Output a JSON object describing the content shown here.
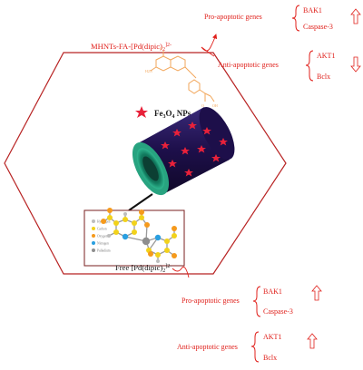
{
  "labels": {
    "mhnts": "MHNTs-FA-[Pd(dipic)",
    "mhnts_sub": "2",
    "mhnts_sup": "]2-",
    "fe3o4": "Fe3O4 NPs",
    "free_pd": "Free [Pd(dipic)",
    "free_pd_sub": "2",
    "free_pd_sup": "]2-"
  },
  "gene_groups": [
    {
      "category": "Pro-apoptotic genes",
      "genes": [
        "BAK1",
        "Caspase-3"
      ],
      "arrow": "up"
    },
    {
      "category": "Anti-apoptotic genes",
      "genes": [
        "AKT1",
        "Bclx"
      ],
      "arrow": "down"
    },
    {
      "category": "Pro-apoptotic genes",
      "genes": [
        "BAK1",
        "Caspase-3"
      ],
      "arrow": "up"
    },
    {
      "category": "Anti-apoptotic genes",
      "genes": [
        "AKT1",
        "Bclx"
      ],
      "arrow": "up"
    }
  ],
  "legend": [
    "Hydrogen",
    "Carbon",
    "Oxygen",
    "Nitrogen",
    "Palladium"
  ],
  "colors": {
    "text_red": "#e0201b",
    "hexagon": "#b82323",
    "tube_dark": "#1d0f4a",
    "tube_inner": "#0f5a48",
    "tube_ring": "#28a380",
    "star_red": "#e8213a",
    "folate": "#f2a65a",
    "carbon": "#f2d21b",
    "oxygen": "#f59a1c",
    "nitrogen": "#2a9fe0",
    "palladium": "#8e8e8e",
    "hydrogen": "#bdbdbd"
  }
}
